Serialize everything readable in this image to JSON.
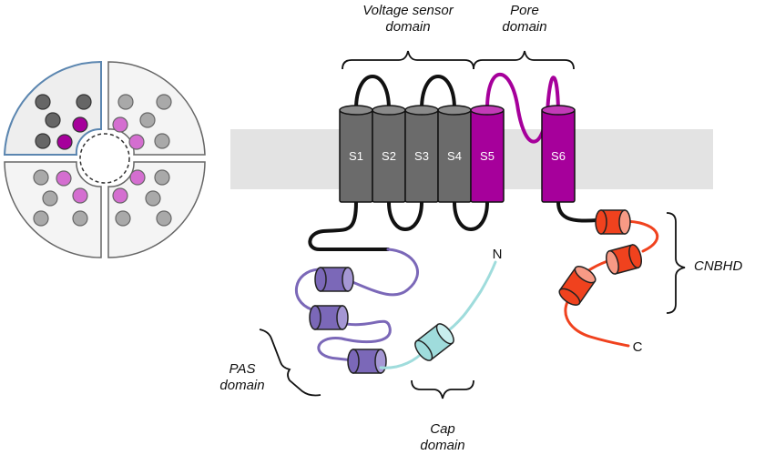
{
  "labels": {
    "voltage_sensor_line1": "Voltage sensor",
    "voltage_sensor_line2": "domain",
    "pore_line1": "Pore",
    "pore_line2": "domain",
    "cnbhd": "CNBHD",
    "pas_line1": "PAS",
    "pas_line2": "domain",
    "cap_line1": "Cap",
    "cap_line2": "domain",
    "n_term": "N",
    "c_term": "C"
  },
  "segments": [
    "S1",
    "S2",
    "S3",
    "S4",
    "S5",
    "S6"
  ],
  "colors": {
    "membrane": "#e3e3e3",
    "vsd": "#6b6b6b",
    "pore": "#a6009b",
    "pas": "#7b68b8",
    "cap": "#9fdcdc",
    "cnbhd": "#f0421e",
    "top_view_highlight": "#eeeeee",
    "top_view_border": "#5b86b0",
    "subunit_grey": "#a9a9a9",
    "subunit_pink": "#d46ed0"
  }
}
